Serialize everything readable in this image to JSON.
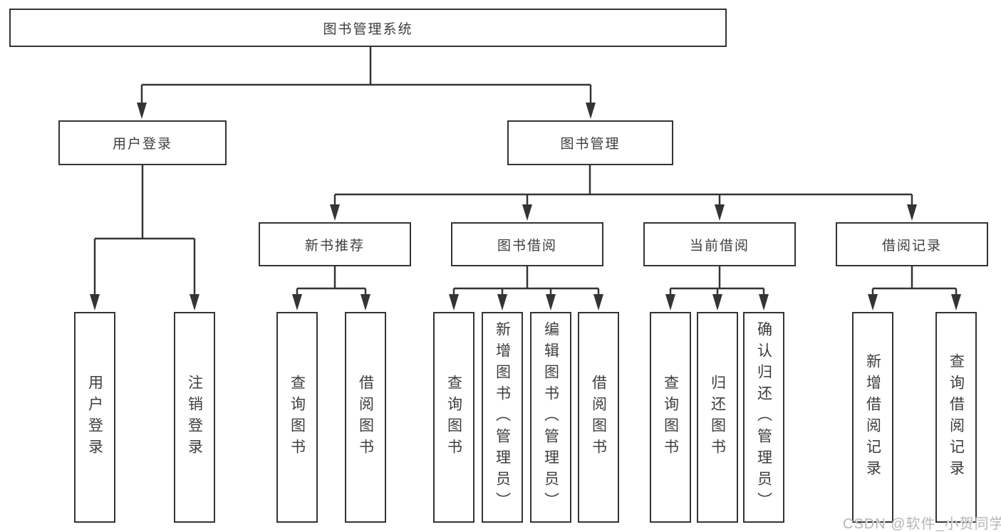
{
  "diagram": {
    "root": "图书管理系统",
    "level2": {
      "user": "用户登录",
      "book": "图书管理"
    },
    "level3": {
      "new_books": "新书推荐",
      "book_borrow": "图书借阅",
      "current_borrow": "当前借阅",
      "borrow_records": "借阅记录"
    },
    "leaves": {
      "user_login": "用户登录",
      "logout": "注销登录",
      "new_query": "查询图书",
      "new_borrow": "借阅图书",
      "borrow_query": "查询图书",
      "borrow_add_admin": "新增图书（管理员）",
      "borrow_edit_admin": "编辑图书（管理员）",
      "borrow_do": "借阅图书",
      "current_query": "查询图书",
      "current_return": "归还图书",
      "current_confirm_admin": "确认归还（管理员）",
      "record_add": "新增借阅记录",
      "record_query": "查询借阅记录"
    },
    "hierarchy": {
      "图书管理系统": [
        "用户登录",
        "图书管理"
      ],
      "用户登录": [
        "用户登录",
        "注销登录"
      ],
      "图书管理": [
        "新书推荐",
        "图书借阅",
        "当前借阅",
        "借阅记录"
      ],
      "新书推荐": [
        "查询图书",
        "借阅图书"
      ],
      "图书借阅": [
        "查询图书",
        "新增图书（管理员）",
        "编辑图书（管理员）",
        "借阅图书"
      ],
      "当前借阅": [
        "查询图书",
        "归还图书",
        "确认归还（管理员）"
      ],
      "借阅记录": [
        "新增借阅记录",
        "查询借阅记录"
      ]
    }
  },
  "watermark": "CSDN @软件_小贺同学",
  "colors": {
    "line": "#343434",
    "box_border": "#343434",
    "box_fill": "#ffffff",
    "text": "#3d3d3d",
    "watermark": "#b6b6b6",
    "background": "#ffffff"
  }
}
